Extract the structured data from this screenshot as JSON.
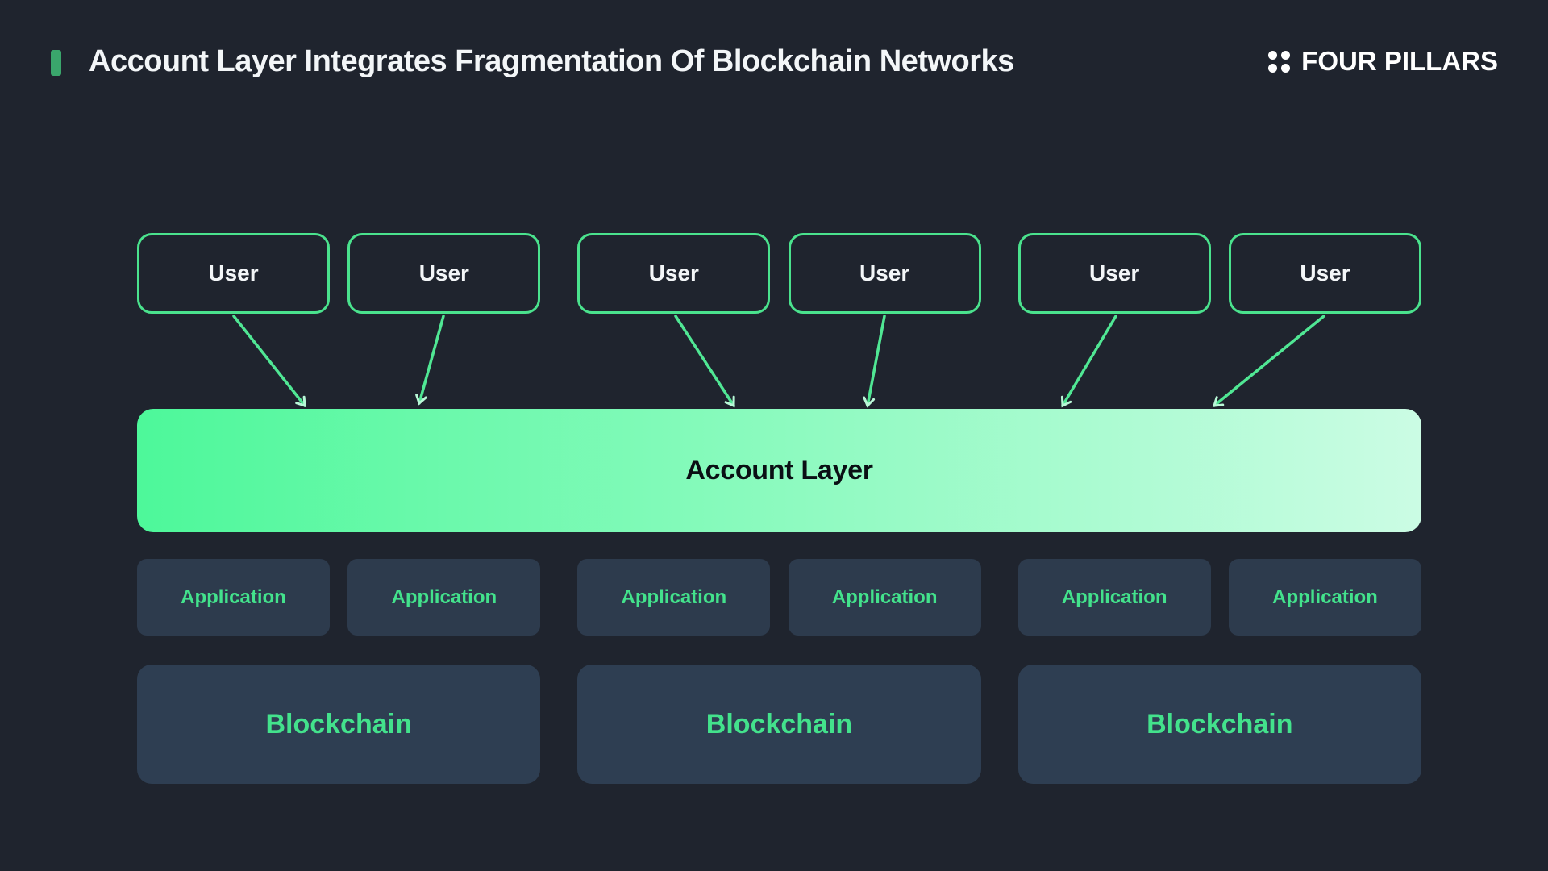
{
  "header": {
    "title": "Account Layer Integrates Fragmentation Of Blockchain Networks",
    "logo_text": "FOUR PILLARS"
  },
  "diagram": {
    "users": [
      "User",
      "User",
      "User",
      "User",
      "User",
      "User"
    ],
    "account_layer": {
      "label": "Account Layer"
    },
    "applications": [
      "Application",
      "Application",
      "Application",
      "Application",
      "Application",
      "Application"
    ],
    "blockchains": [
      "Blockchain",
      "Blockchain",
      "Blockchain"
    ]
  },
  "colors": {
    "bg": "#1f242e",
    "accent": "#3aa66c",
    "title": "#f3f6f8",
    "logo": "#ffffff",
    "green_border": "#4ae28d",
    "arrow": "#50e794",
    "arrow_head": "#b9f8d7",
    "acct_start": "#4df89a",
    "acct_end": "#cbfce4",
    "acct_text": "#0a0f14",
    "panel": "#2d3b4d",
    "panel_deep": "#2e3e52",
    "green_text": "#43e28c"
  }
}
